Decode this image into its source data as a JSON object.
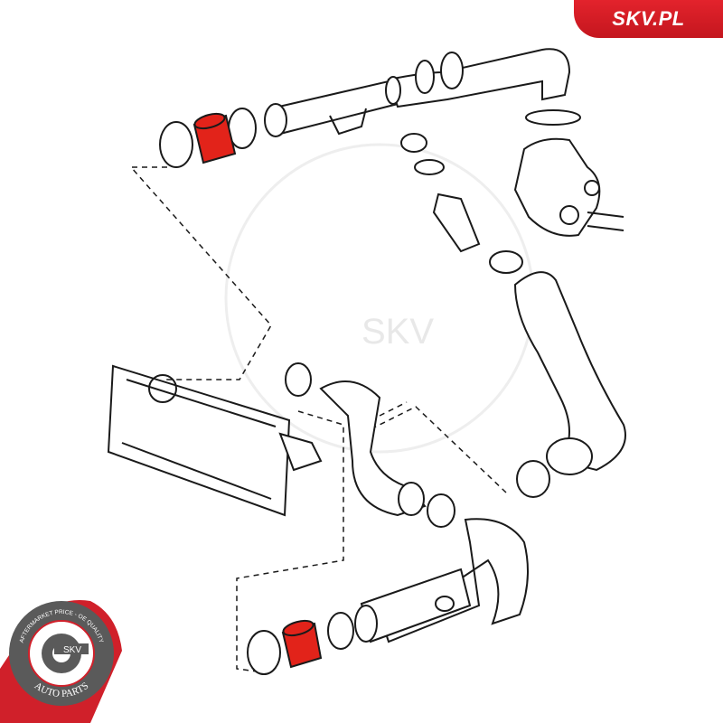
{
  "brand": {
    "label": "SKV.PL",
    "color": "#e3232c"
  },
  "badge": {
    "top_text": "AFTERMARKET PRICE - OE QUALITY",
    "center_text": "SKV",
    "bottom_text": "AUTO PARTS",
    "ring_color": "#5a5a5a",
    "accent_color": "#d0202a"
  },
  "watermark": {
    "text": "SKV"
  },
  "highlight_color": "#e2231a"
}
